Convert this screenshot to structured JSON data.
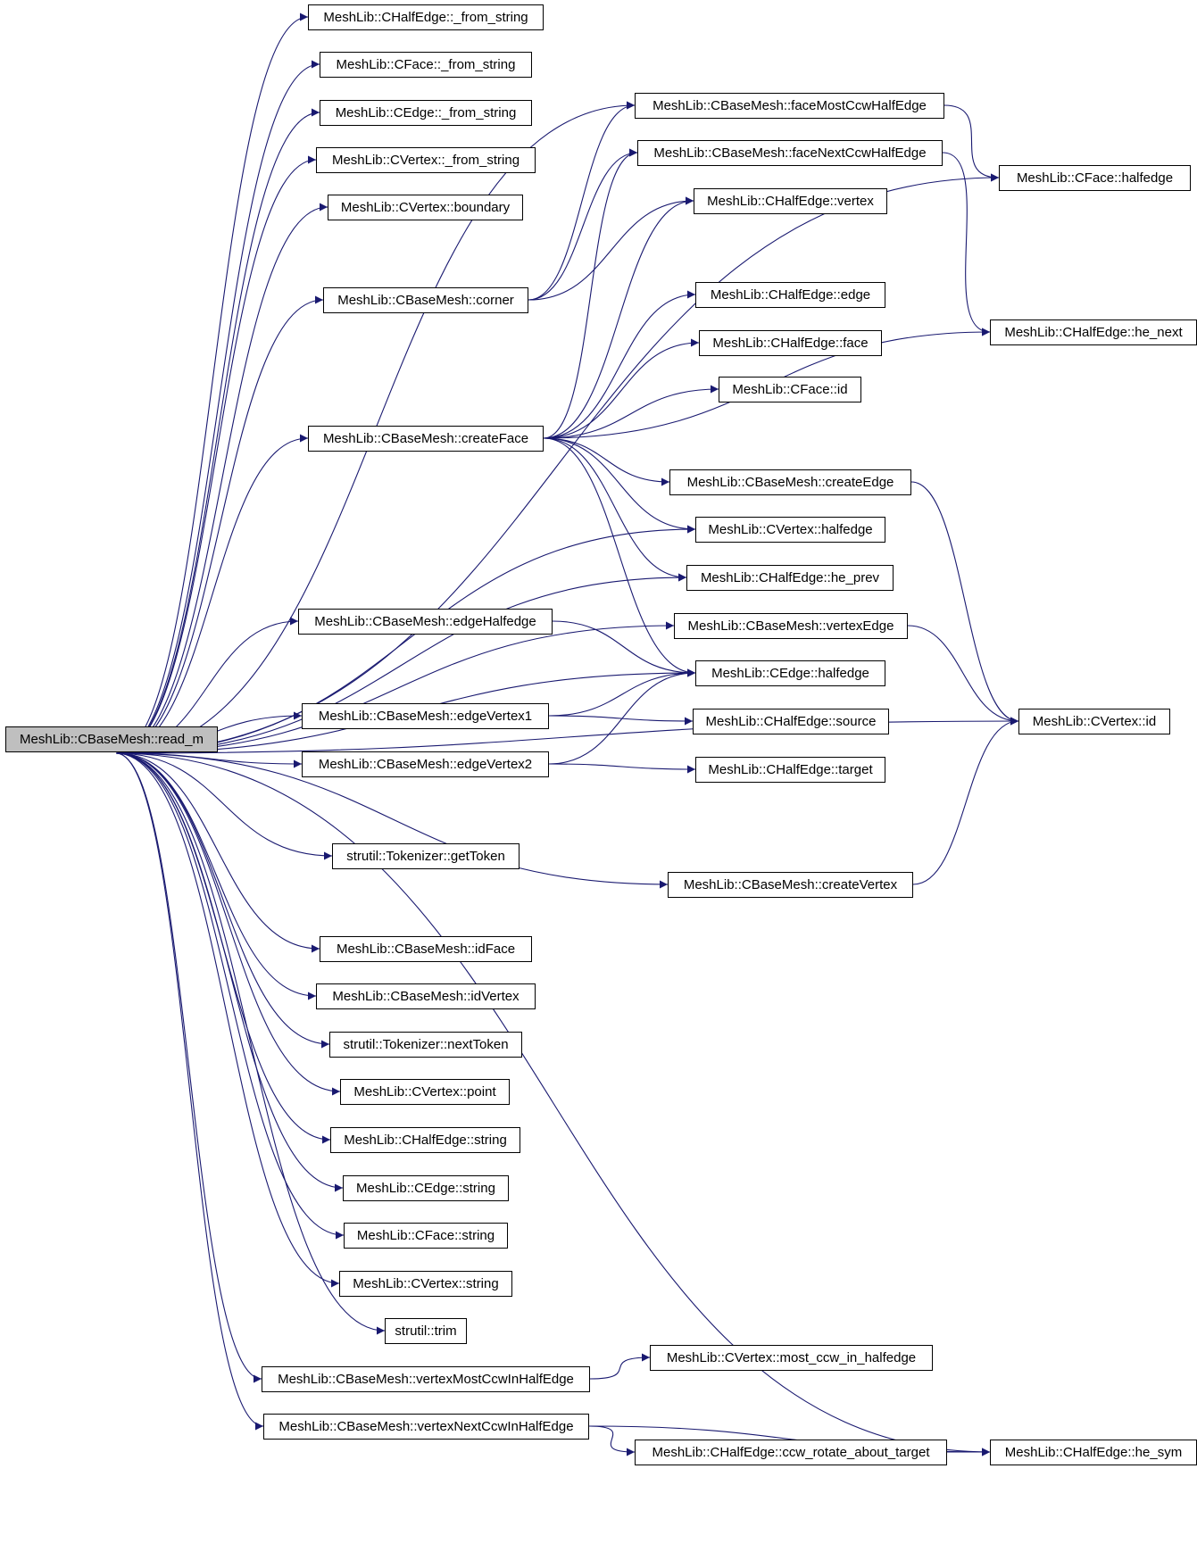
{
  "root": "MeshLib::CBaseMesh::read_m",
  "nodes": {
    "hf_from": "MeshLib::CHalfEdge::_from_string",
    "f_from": "MeshLib::CFace::_from_string",
    "e_from": "MeshLib::CEdge::_from_string",
    "v_from": "MeshLib::CVertex::_from_string",
    "v_boundary": "MeshLib::CVertex::boundary",
    "corner": "MeshLib::CBaseMesh::corner",
    "createFace": "MeshLib::CBaseMesh::createFace",
    "edgeHalfedge": "MeshLib::CBaseMesh::edgeHalfedge",
    "edgeVertex1": "MeshLib::CBaseMesh::edgeVertex1",
    "edgeVertex2": "MeshLib::CBaseMesh::edgeVertex2",
    "getToken": "strutil::Tokenizer::getToken",
    "idFace": "MeshLib::CBaseMesh::idFace",
    "idVertex": "MeshLib::CBaseMesh::idVertex",
    "nextToken": "strutil::Tokenizer::nextToken",
    "v_point": "MeshLib::CVertex::point",
    "he_string": "MeshLib::CHalfEdge::string",
    "e_string": "MeshLib::CEdge::string",
    "f_string": "MeshLib::CFace::string",
    "v_string": "MeshLib::CVertex::string",
    "trim": "strutil::trim",
    "vMostCcwIn": "MeshLib::CBaseMesh::vertexMostCcwInHalfEdge",
    "vNextCcwIn": "MeshLib::CBaseMesh::vertexNextCcwInHalfEdge",
    "faceMostCcw": "MeshLib::CBaseMesh::faceMostCcwHalfEdge",
    "faceNextCcw": "MeshLib::CBaseMesh::faceNextCcwHalfEdge",
    "he_vertex": "MeshLib::CHalfEdge::vertex",
    "he_edge": "MeshLib::CHalfEdge::edge",
    "he_face": "MeshLib::CHalfEdge::face",
    "f_id": "MeshLib::CFace::id",
    "createEdge": "MeshLib::CBaseMesh::createEdge",
    "v_halfedge": "MeshLib::CVertex::halfedge",
    "he_prev": "MeshLib::CHalfEdge::he_prev",
    "vertexEdge": "MeshLib::CBaseMesh::vertexEdge",
    "e_halfedge": "MeshLib::CEdge::halfedge",
    "he_source": "MeshLib::CHalfEdge::source",
    "he_target": "MeshLib::CHalfEdge::target",
    "createVertex": "MeshLib::CBaseMesh::createVertex",
    "v_mostccw": "MeshLib::CVertex::most_ccw_in_halfedge",
    "ccw_rotate": "MeshLib::CHalfEdge::ccw_rotate_about_target",
    "f_halfedge": "MeshLib::CFace::halfedge",
    "he_next": "MeshLib::CHalfEdge::he_next",
    "v_id": "MeshLib::CVertex::id",
    "he_sym": "MeshLib::CHalfEdge::he_sym"
  },
  "edges": [
    [
      "root",
      "hf_from"
    ],
    [
      "root",
      "f_from"
    ],
    [
      "root",
      "e_from"
    ],
    [
      "root",
      "v_from"
    ],
    [
      "root",
      "v_boundary"
    ],
    [
      "root",
      "corner"
    ],
    [
      "root",
      "faceMostCcw"
    ],
    [
      "root",
      "f_halfedge"
    ],
    [
      "root",
      "createFace"
    ],
    [
      "root",
      "v_halfedge"
    ],
    [
      "root",
      "he_prev"
    ],
    [
      "root",
      "vertexEdge"
    ],
    [
      "root",
      "edgeHalfedge"
    ],
    [
      "root",
      "e_halfedge"
    ],
    [
      "root",
      "edgeVertex1"
    ],
    [
      "root",
      "edgeVertex2"
    ],
    [
      "root",
      "v_id"
    ],
    [
      "root",
      "getToken"
    ],
    [
      "root",
      "createVertex"
    ],
    [
      "root",
      "idFace"
    ],
    [
      "root",
      "idVertex"
    ],
    [
      "root",
      "nextToken"
    ],
    [
      "root",
      "v_point"
    ],
    [
      "root",
      "he_string"
    ],
    [
      "root",
      "e_string"
    ],
    [
      "root",
      "f_string"
    ],
    [
      "root",
      "v_string"
    ],
    [
      "root",
      "trim"
    ],
    [
      "root",
      "vMostCcwIn"
    ],
    [
      "root",
      "vNextCcwIn"
    ],
    [
      "root",
      "he_sym"
    ],
    [
      "corner",
      "faceMostCcw"
    ],
    [
      "corner",
      "faceNextCcw"
    ],
    [
      "corner",
      "he_vertex"
    ],
    [
      "createFace",
      "faceNextCcw"
    ],
    [
      "createFace",
      "he_vertex"
    ],
    [
      "createFace",
      "he_edge"
    ],
    [
      "createFace",
      "he_face"
    ],
    [
      "createFace",
      "f_id"
    ],
    [
      "createFace",
      "he_next"
    ],
    [
      "createFace",
      "createEdge"
    ],
    [
      "createFace",
      "v_halfedge"
    ],
    [
      "createFace",
      "he_prev"
    ],
    [
      "createFace",
      "e_halfedge"
    ],
    [
      "faceMostCcw",
      "f_halfedge"
    ],
    [
      "faceNextCcw",
      "he_next"
    ],
    [
      "createEdge",
      "v_id"
    ],
    [
      "vertexEdge",
      "v_id"
    ],
    [
      "createVertex",
      "v_id"
    ],
    [
      "edgeHalfedge",
      "e_halfedge"
    ],
    [
      "edgeVertex1",
      "e_halfedge"
    ],
    [
      "edgeVertex1",
      "he_source"
    ],
    [
      "edgeVertex2",
      "e_halfedge"
    ],
    [
      "edgeVertex2",
      "he_target"
    ],
    [
      "vMostCcwIn",
      "v_mostccw"
    ],
    [
      "vNextCcwIn",
      "he_sym"
    ],
    [
      "vNextCcwIn",
      "ccw_rotate"
    ],
    [
      "ccw_rotate",
      "he_sym"
    ]
  ]
}
